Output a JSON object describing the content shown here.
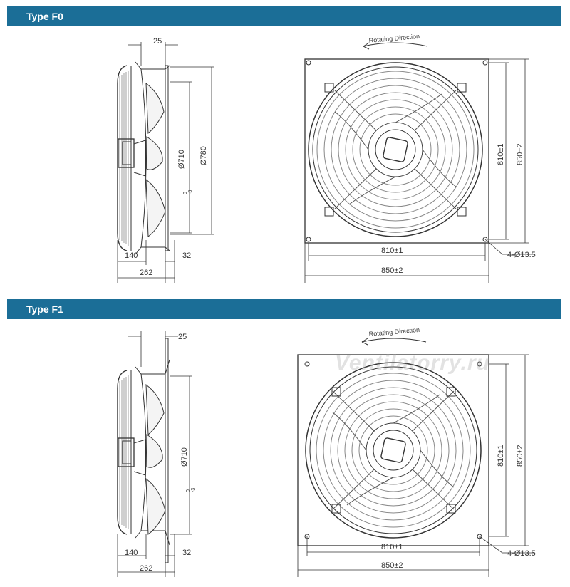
{
  "sections": [
    {
      "title": "Type F0",
      "side_view": {
        "dim_top": "25",
        "dim_inner_dia": "Ø710",
        "dim_inner_tol": "0\n-3",
        "dim_outer_dia": "Ø780",
        "dim_140": "140",
        "dim_32": "32",
        "dim_262": "262"
      },
      "front_view": {
        "rotating_direction": "Rotating Direction",
        "dim_810_h": "810±1",
        "dim_850_h": "850±2",
        "dim_810_v": "810±1",
        "dim_850_v": "850±2",
        "holes": "4-Ø13.5"
      }
    },
    {
      "title": "Type F1",
      "side_view": {
        "dim_top": "25",
        "dim_inner_dia": "Ø710",
        "dim_inner_tol": "0\n-3",
        "dim_140": "140",
        "dim_32": "32",
        "dim_262": "262"
      },
      "front_view": {
        "rotating_direction": "Rotating Direction",
        "dim_810_h": "810±1",
        "dim_850_h": "850±2",
        "dim_810_v": "810±1",
        "dim_850_v": "850±2",
        "holes": "4-Ø13.5"
      }
    }
  ],
  "watermark": "Ventilatorry.ru",
  "colors": {
    "header": "#1b6e97",
    "line": "#333333"
  }
}
